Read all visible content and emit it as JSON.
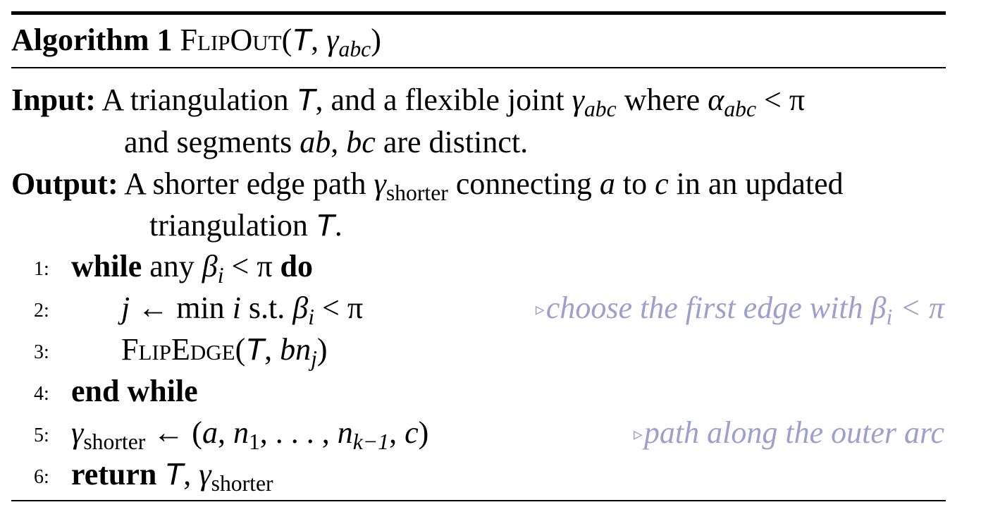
{
  "algorithm": {
    "label": "Algorithm 1",
    "name": "FlipOut",
    "args_open": "(",
    "args_T": "T",
    "args_sep": ", ",
    "args_gamma": "γ",
    "args_gamma_sub": "abc",
    "args_close": ")"
  },
  "input": {
    "label": "Input:",
    "line1_a": "A triangulation ",
    "T": "T",
    "line1_b": ", and a flexible joint ",
    "gamma": "γ",
    "gamma_sub": "abc",
    "line1_c": " where ",
    "alpha": "α",
    "alpha_sub": "abc",
    "line1_d": " < π",
    "line2_a": "and segments ",
    "ab": "ab",
    "line2_b": ", ",
    "bc": "bc",
    "line2_c": " are distinct."
  },
  "output": {
    "label": "Output:",
    "line1_a": "A shorter edge path ",
    "gamma": "γ",
    "gamma_sub": "shorter",
    "line1_b": " connecting ",
    "a": "a",
    "line1_c": " to ",
    "c": "c",
    "line1_d": " in an updated",
    "line2_a": "triangulation ",
    "T": "T",
    "line2_b": "."
  },
  "steps": [
    {
      "num": "1:",
      "kw1": "while",
      "t1": " any ",
      "beta": "β",
      "beta_sub": "i",
      "t2": " < π ",
      "kw2": "do"
    },
    {
      "num": "2:",
      "j": "j",
      "t1": " ← min ",
      "i": "i",
      "t2": " s.t. ",
      "beta": "β",
      "beta_sub": "i",
      "t3": " < π",
      "comment": "choose the first edge with β",
      "comment_sub": "i",
      "comment_end": " < π"
    },
    {
      "num": "3:",
      "fn": "FlipEdge",
      "t1": "(",
      "T": "T",
      "t2": ", ",
      "bn": "bn",
      "bn_sub": "j",
      "t3": ")"
    },
    {
      "num": "4:",
      "kw1": "end while"
    },
    {
      "num": "5:",
      "gamma": "γ",
      "gamma_sub": "shorter",
      "t1": " ← (",
      "a": "a",
      "t2": ", ",
      "n1": "n",
      "n1_sub": "1",
      "t3": ", . . . , ",
      "nk": "n",
      "nk_sub": "k−1",
      "t4": ", ",
      "c": "c",
      "t5": ")",
      "comment": "path along the outer arc"
    },
    {
      "num": "6:",
      "kw1": "return",
      "t1": " ",
      "T": "T",
      "t2": ", ",
      "gamma": "γ",
      "gamma_sub": "shorter"
    }
  ],
  "comment_marker": "▹",
  "colors": {
    "comment": "#9d9fcc",
    "text": "#000000"
  }
}
